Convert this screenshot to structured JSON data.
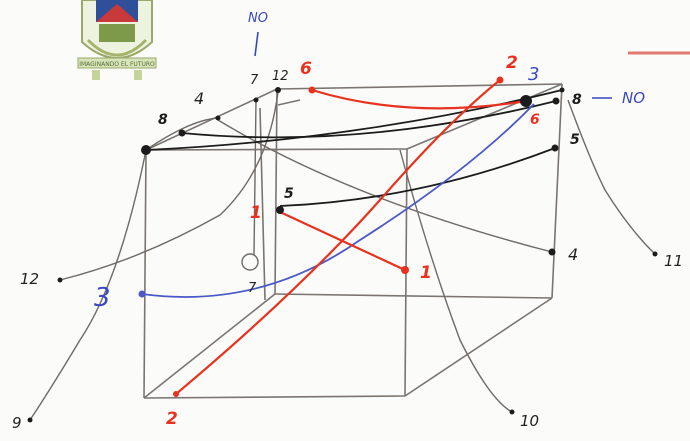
{
  "logo": {
    "motto": "IMAGINANDO EL FUTURO"
  },
  "labels": {
    "no_top": "NO",
    "seven_top": "7",
    "twelve_top": "12",
    "four_top": "4",
    "eight_left": "8",
    "red_six": "6",
    "red_two_top": "2",
    "blue_three_top": "3",
    "eight_right": "8",
    "no_right": "NO",
    "red_six_right": "6",
    "five_right": "5",
    "five_inner": "5",
    "red_one_left": "1",
    "red_one_right": "1",
    "four_right": "4",
    "eleven": "11",
    "twelve_left": "12",
    "blue_three_left": "3",
    "seven_mid": "7",
    "nine": "9",
    "red_two_bottom": "2",
    "ten": "10"
  },
  "colors": {
    "pencil": "#7a7570",
    "black_wire": "#1c1c1c",
    "red_wire": "#e8321f",
    "blue_wire": "#4a58c8",
    "logo_border": "#9aa86a"
  }
}
